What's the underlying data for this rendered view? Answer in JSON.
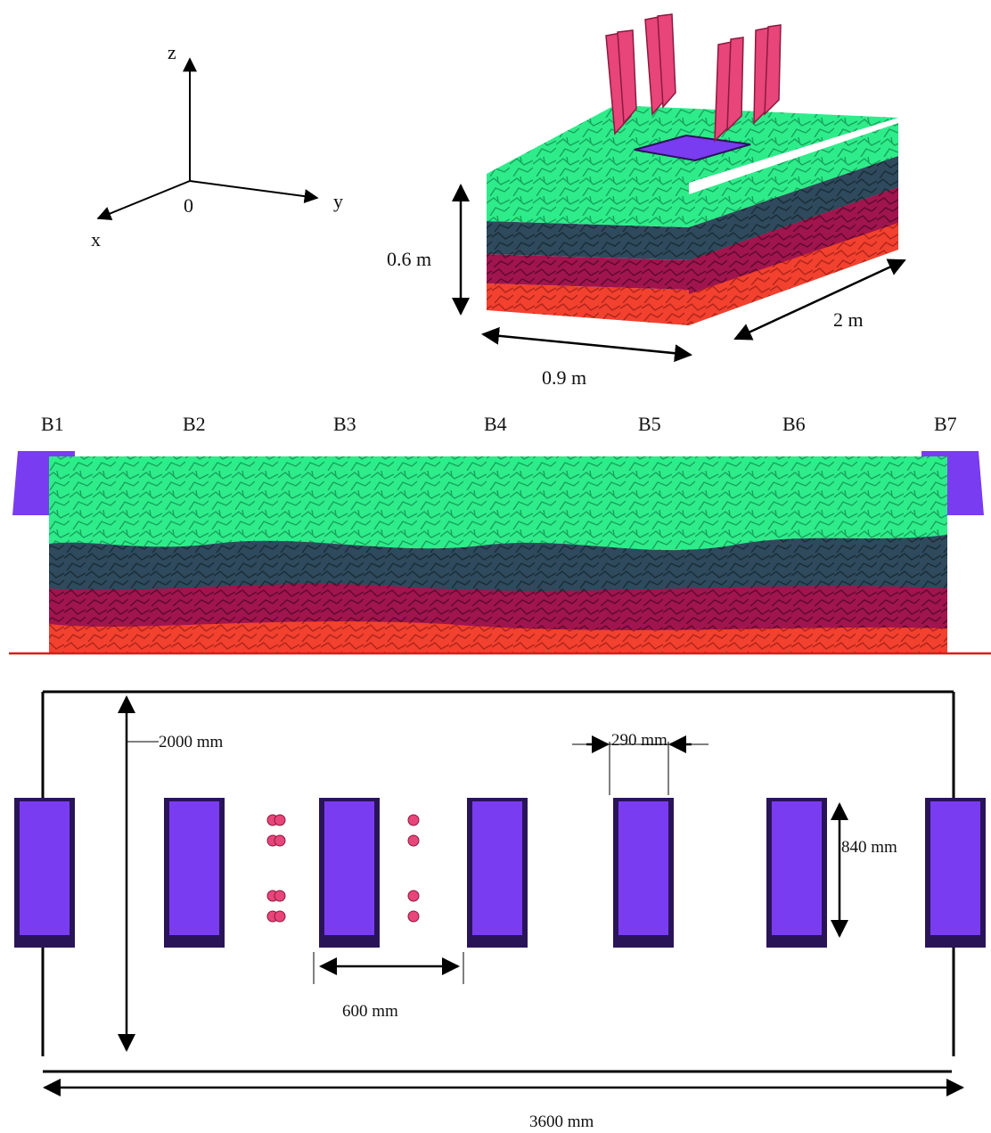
{
  "axes": {
    "z": "z",
    "y": "y",
    "x": "x",
    "origin": "0"
  },
  "iso_view": {
    "height_label": "0.6 m",
    "width_label": "0.9 m",
    "depth_label": "2 m"
  },
  "side_view": {
    "sleepers": [
      "B1",
      "B2",
      "B3",
      "B4",
      "B5",
      "B6",
      "B7"
    ]
  },
  "plan_view": {
    "length_label": "2000 mm",
    "sleeper_width_label": "290 mm",
    "sleeper_depth_label": "840 mm",
    "spacing_label": "600 mm",
    "total_length_label": "3600 mm"
  },
  "colors": {
    "top_ballast": "#2eec8a",
    "layer2": "#2e4a5c",
    "layer3": "#a0154e",
    "bottom_ballast": "#f2412f",
    "sleeper": "#7a3cf0",
    "sleeper_dark": "#2a1458",
    "tamping_tine": "#e8457a",
    "ground_line": "#d41f1f"
  }
}
